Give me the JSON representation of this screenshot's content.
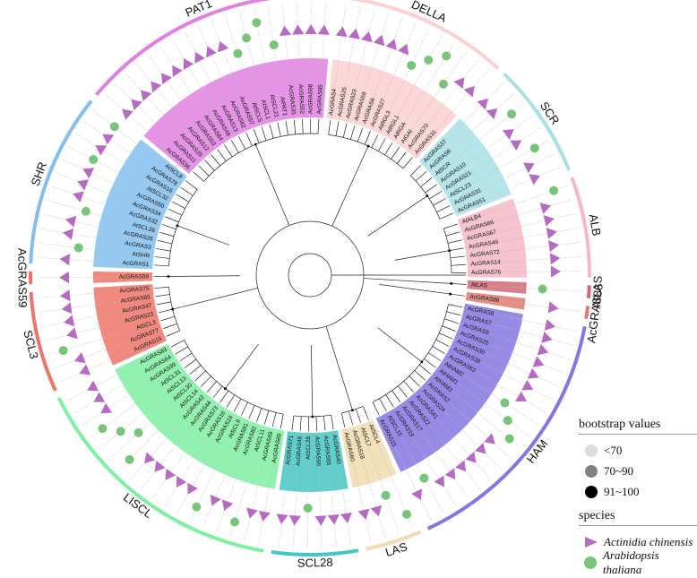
{
  "colors": {
    "PAT1": "#e080e0",
    "DELLA": "#fbd0d0",
    "SCR": "#a8e0e6",
    "ALB": "#f5b8c6",
    "AtLAS": "#d06a78",
    "AcGRAS86": "#e07a70",
    "HAM": "#8576e2",
    "LAS": "#f0dcae",
    "SCL28": "#46c6c2",
    "LISCL": "#7ef0a2",
    "SCL3": "#ef7468",
    "SHR": "#82bff0",
    "triangle": "#b56bc2",
    "circle": "#78c47a"
  },
  "groups": [
    {
      "id": "DELLA",
      "label": "DELLA",
      "colorKey": "DELLA",
      "leaves": [
        "AcGRAS4",
        "AcGRAS25",
        "AcGRAS33",
        "AcGRAS58",
        "AcGRAS6",
        "AcGRAS27",
        "AtRGL3",
        "AtRGL1",
        "AtRGA",
        "AtGAI",
        "AcGRAS70",
        "AcGRAS31"
      ]
    },
    {
      "id": "SCR",
      "label": "SCR",
      "colorKey": "SCR",
      "leaves": [
        "AcGRAS37",
        "AcGRAS6",
        "AtSCR",
        "AcGRAS10",
        "AcGRAS21",
        "AtSCL23",
        "AcGRAS31",
        "AcGRAS51"
      ]
    },
    {
      "id": "ALB",
      "label": "ALB",
      "colorKey": "ALB",
      "leaves": [
        "AtALB4",
        "AcGRAS66",
        "AcGRAS67",
        "AcGRAS49",
        "AcGRAS72",
        "AcGRAS14",
        "AcGRAS76"
      ]
    },
    {
      "id": "AtLAS",
      "label": "AtLAS",
      "colorKey": "AtLAS",
      "leaves": [
        "AtLAS"
      ]
    },
    {
      "id": "AcGRAS86",
      "label": "AcGRAS86",
      "colorKey": "AcGRAS86",
      "leaves": [
        "AcGRAS86"
      ]
    },
    {
      "id": "HAM",
      "label": "HAM",
      "colorKey": "HAM",
      "leaves": [
        "AcGRAS8",
        "AcGRAS7",
        "AcGRAS9",
        "AcGRAS20",
        "AcGRAS30",
        "AcGRAS38",
        "AcGRAS63",
        "AtHAM2",
        "AtHAM1",
        "AtHAM3",
        "AcGRAS2",
        "AcGRAS24",
        "AcGRAS41",
        "AcGRAS22",
        "AcGRAS17",
        "AcGRAS19",
        "AtSCL15",
        "AcGRAS15"
      ]
    },
    {
      "id": "LAS",
      "label": "LAS",
      "colorKey": "LAS",
      "leaves": [
        "AtSCL4",
        "AtSCL7",
        "AcGRAS18",
        "AcGRAS60"
      ]
    },
    {
      "id": "SCL28",
      "label": "SCL28",
      "colorKey": "SCL28",
      "leaves": [
        "AcGRAS40",
        "AcGRAS55",
        "AcGRAS56",
        "AtSCL28",
        "AcGRAS46",
        "AcGRAS71"
      ]
    },
    {
      "id": "LISCL",
      "label": "LISCL",
      "colorKey": "LISCL",
      "leaves": [
        "AcGRAS80",
        "AcGRAS69",
        "AtSCL11",
        "AcGRAS82",
        "AcGRAS81",
        "AtSCL9",
        "AcGRAS19",
        "AcGRAS16",
        "AcGRAS73",
        "AcGRAS44",
        "AcGRAS42",
        "AtSCL14",
        "AtSCL30",
        "AtSCL13",
        "AtSCL31",
        "AcGRAS39",
        "AcGRAS64",
        "AcGRAS83"
      ]
    },
    {
      "id": "SCL3",
      "label": "SCL3",
      "colorKey": "SCL3",
      "leaves": [
        "AcGRAS15",
        "AcGRAS77",
        "AtSCL3",
        "AcGRAS23",
        "AcGRAS47",
        "AcGRAS65",
        "AcGRAS75"
      ]
    },
    {
      "id": "AcGRAS59",
      "label": "AcGRAS59",
      "colorKey": "SCL3",
      "leaves": [
        "AcGRAS59"
      ]
    },
    {
      "id": "SHR",
      "label": "SHR",
      "colorKey": "SHR",
      "leaves": [
        "AcGRAS1",
        "AtSHR",
        "AcGRAS3",
        "AcGRAS26",
        "AtSCL26",
        "AcGRAS32",
        "AcGRAS34",
        "AcGRAS50",
        "AtSCL32",
        "AcGRAS16",
        "AcGRAS78",
        "AtSCL8"
      ]
    },
    {
      "id": "PAT1",
      "label": "PAT1",
      "colorKey": "PAT1",
      "leaves": [
        "AcGRAS36",
        "AcGRAS11",
        "AcGRAS29",
        "AcGRAS12",
        "AcGRAS53",
        "AcGRAS84",
        "AcGRAS48",
        "AcGRAS13",
        "AcGRAS62",
        "AcGRAS57",
        "AtSCL5",
        "AtSCL1",
        "AtSCL21",
        "AtPAT1",
        "AcGRAS35",
        "AcGRAS52",
        "AcGRAS68",
        "AcGRAS85"
      ]
    }
  ],
  "legend": {
    "bootstrap_title": "bootstrap values",
    "bootstrap": [
      {
        "label": "<70",
        "color": "#dcdcdc"
      },
      {
        "label": "70~90",
        "color": "#808080"
      },
      {
        "label": "91~100",
        "color": "#000000"
      }
    ],
    "species_title": "species",
    "species": [
      {
        "label": "Actinidia chinensis",
        "shape": "triangle",
        "color": "#b56bc2"
      },
      {
        "label": "Arabidopsis thaliana",
        "shape": "circle",
        "color": "#78c47a"
      }
    ]
  }
}
